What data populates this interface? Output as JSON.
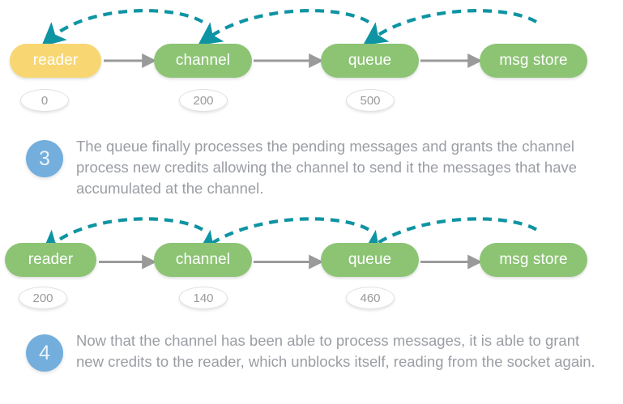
{
  "page": {
    "background": "#ffffff",
    "colors": {
      "node_green": "#8CC474",
      "node_yellow": "#F8D773",
      "credit_arrow_teal": "#0E94A2",
      "flow_arrow_gray": "#9A9A9A",
      "step_circle_blue": "#73AEDC",
      "body_text_gray": "#9A9EA4",
      "badge_text_gray": "#9A9A9A"
    }
  },
  "diagrams": [
    {
      "id": "diagram-row-1",
      "nodes": [
        {
          "label": "reader",
          "color": "yellow",
          "credit": "0"
        },
        {
          "label": "channel",
          "color": "green",
          "credit": "200"
        },
        {
          "label": "queue",
          "color": "green",
          "credit": "500"
        },
        {
          "label": "msg store",
          "color": "green",
          "credit": null
        }
      ],
      "flow_arrows": [
        {
          "from": "reader",
          "to": "channel"
        },
        {
          "from": "channel",
          "to": "queue"
        },
        {
          "from": "queue",
          "to": "msg store"
        }
      ],
      "credit_arrows": [
        {
          "from": "channel",
          "to": "reader",
          "style": "dashed"
        },
        {
          "from": "queue",
          "to": "channel",
          "style": "dashed"
        },
        {
          "from": "msg store",
          "to": "queue",
          "style": "dashed"
        }
      ]
    },
    {
      "id": "diagram-row-2",
      "nodes": [
        {
          "label": "reader",
          "color": "green",
          "credit": "200"
        },
        {
          "label": "channel",
          "color": "green",
          "credit": "140"
        },
        {
          "label": "queue",
          "color": "green",
          "credit": "460"
        },
        {
          "label": "msg store",
          "color": "green",
          "credit": null
        }
      ],
      "flow_arrows": [
        {
          "from": "reader",
          "to": "channel"
        },
        {
          "from": "channel",
          "to": "queue"
        },
        {
          "from": "queue",
          "to": "msg store"
        }
      ],
      "credit_arrows": [
        {
          "from": "channel",
          "to": "reader",
          "style": "dashed"
        },
        {
          "from": "queue",
          "to": "channel",
          "style": "dashed"
        },
        {
          "from": "msg store",
          "to": "queue",
          "style": "dashed"
        }
      ]
    }
  ],
  "steps": [
    {
      "number": "3",
      "text": "The queue finally processes the pending messages and grants the channel process new credits allowing the channel to send it the messages that have accumulated at the channel."
    },
    {
      "number": "4",
      "text": "Now that the channel has been able to process messages, it is able to grant new credits to the reader, which unblocks itself, reading from the socket again."
    }
  ]
}
